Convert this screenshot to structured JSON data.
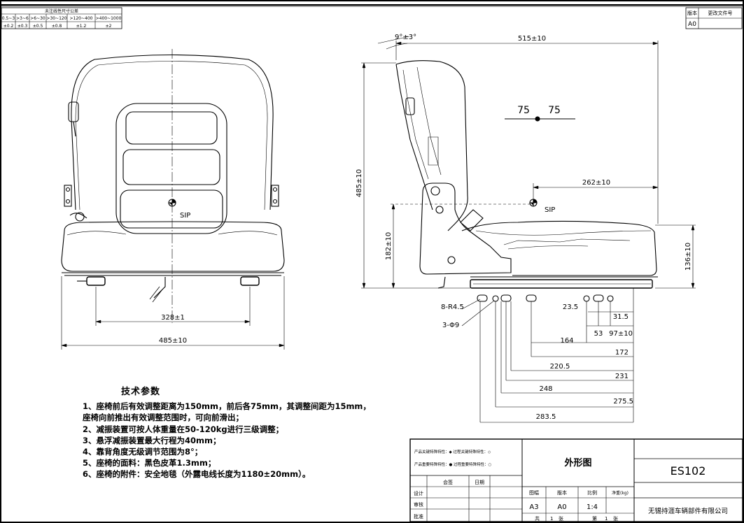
{
  "tolerance_table": {
    "title": "未注线性尺寸公差",
    "ranges": [
      "0.5~3",
      ">3~6",
      ">6~30",
      ">30~120",
      ">120~400",
      ">400~1000"
    ],
    "values": [
      "±0.2",
      "±0.3",
      "±0.5",
      "±0.8",
      "±1.2",
      "±2"
    ]
  },
  "revision_box": {
    "version_label": "版本",
    "change_label": "更改文件号",
    "version_value": "A0"
  },
  "front_view": {
    "sip_label": "SIP",
    "dim_inner_width": "328±1",
    "dim_outer_width": "485±10"
  },
  "side_view": {
    "angle": "9°±3°",
    "length": "515±10",
    "height": "485±10",
    "slide_left": "75",
    "slide_right": "75",
    "sip_offset": "262±10",
    "sip_label": "SIP",
    "sip_height": "182±10",
    "front_height": "136±10",
    "holes_slot": "8-R4.5",
    "holes_round": "3-Φ9",
    "rail_dims": [
      "23.5",
      "31.5",
      "53",
      "97±10",
      "164",
      "172",
      "220.5",
      "231",
      "248",
      "275.5",
      "283.5"
    ]
  },
  "notes": {
    "title": "技术参数",
    "lines": [
      "1、座椅前后有效调整距离为150mm，前后各75mm，其调整间距为15mm，",
      "座椅向前推出有效调整范围时，可向前滑出；",
      "2、减振装置可按人体重量在50-120kg进行三级调整；",
      "3、悬浮减振装置最大行程为40mm；",
      "4、靠背角度无级调节范围为8°；",
      "5、座椅的面料：黑色皮革1.3mm；",
      "6、座椅的附件：安全地毯（外露电线长度为1180±20mm）。"
    ]
  },
  "title_block": {
    "note1": "产品关键特殊特性：◆   过程关键特殊特性：◇",
    "note2": "产品重要特殊特性：●   过程重要特殊特性：○",
    "col_sign": "会签",
    "col_date": "日期",
    "row_design": "设计",
    "row_review": "审核",
    "row_approve": "批准",
    "drawing_name": "外形图",
    "h_format": "图幅",
    "h_version": "版本",
    "h_scale": "比例",
    "h_weight": "净重(kg)",
    "v_format": "A3",
    "v_version": "A0",
    "v_scale": "1:4",
    "v_weight": "",
    "sheet_total_pre": "共",
    "sheet_total": "1",
    "sheet_unit": "张",
    "sheet_no_pre": "第",
    "sheet_no": "1",
    "sheet_unit2": "张",
    "part_no": "ES102",
    "company": "无锡持涯车辆部件有限公司"
  }
}
